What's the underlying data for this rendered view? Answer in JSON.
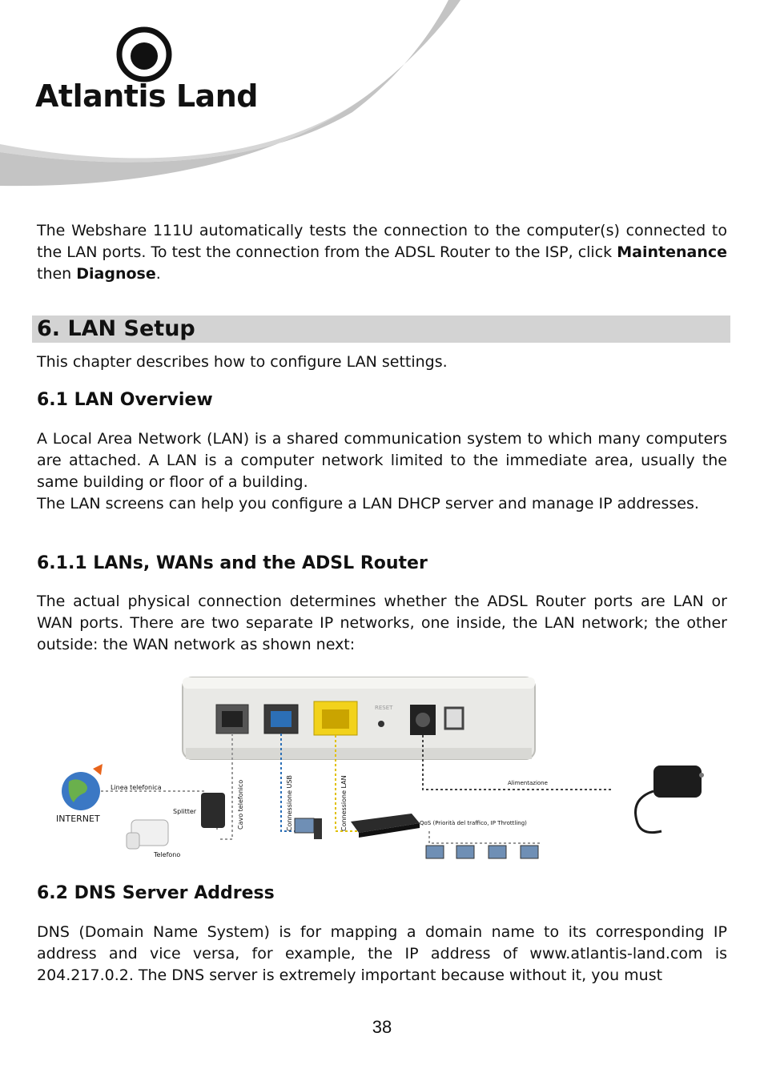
{
  "header": {
    "logo_text": "Atlantis Land"
  },
  "intro": {
    "text_before": "The Webshare 111U automatically tests the connection to the computer(s) connected to the LAN ports. To test the connection from the ADSL Router to the ISP, click ",
    "bold1": "Maintenance",
    "middle": " then ",
    "bold2": "Diagnose",
    "end": "."
  },
  "chapter": {
    "title": "6. LAN Setup",
    "description": "This chapter describes how to configure LAN settings."
  },
  "section_6_1": {
    "title": "6.1 LAN Overview",
    "para1": "A Local Area Network (LAN) is a shared communication system to which many computers are attached. A LAN is a computer network limited to the immediate area, usually the same building or floor of a building.",
    "para2": "The LAN screens can help you configure a LAN DHCP server and manage IP addresses."
  },
  "section_6_1_1": {
    "title": "6.1.1 LANs, WANs and the ADSL Router",
    "para": "The actual physical connection determines whether the ADSL Router ports are LAN or WAN ports. There are two separate IP networks, one inside, the LAN network; the other outside: the WAN network as shown next:"
  },
  "figure": {
    "internet": "INTERNET",
    "linea": "Linea telefonica",
    "splitter": "Splitter",
    "telefono": "Telefono",
    "cavo": "Cavo telefonico",
    "usb": "Connessione USB",
    "lan": "Connessione LAN",
    "alimentazione": "Alimentazione",
    "qos": "QoS (Priorità del traffico, IP Throttling)",
    "reset": "RESET"
  },
  "section_6_2": {
    "title": "6.2 DNS Server Address",
    "para": "DNS (Domain Name System) is for mapping a domain name to its corresponding IP address and vice versa, for example, the IP address of www.atlantis-land.com is 204.217.0.2. The DNS server is extremely important because without it, you must"
  },
  "page_number": "38",
  "colors": {
    "chapter_bar": "#d3d3d3",
    "swoosh": "#c8c8c8",
    "lan_port": "#f2d21b",
    "usb_port": "#2c6fb6"
  }
}
